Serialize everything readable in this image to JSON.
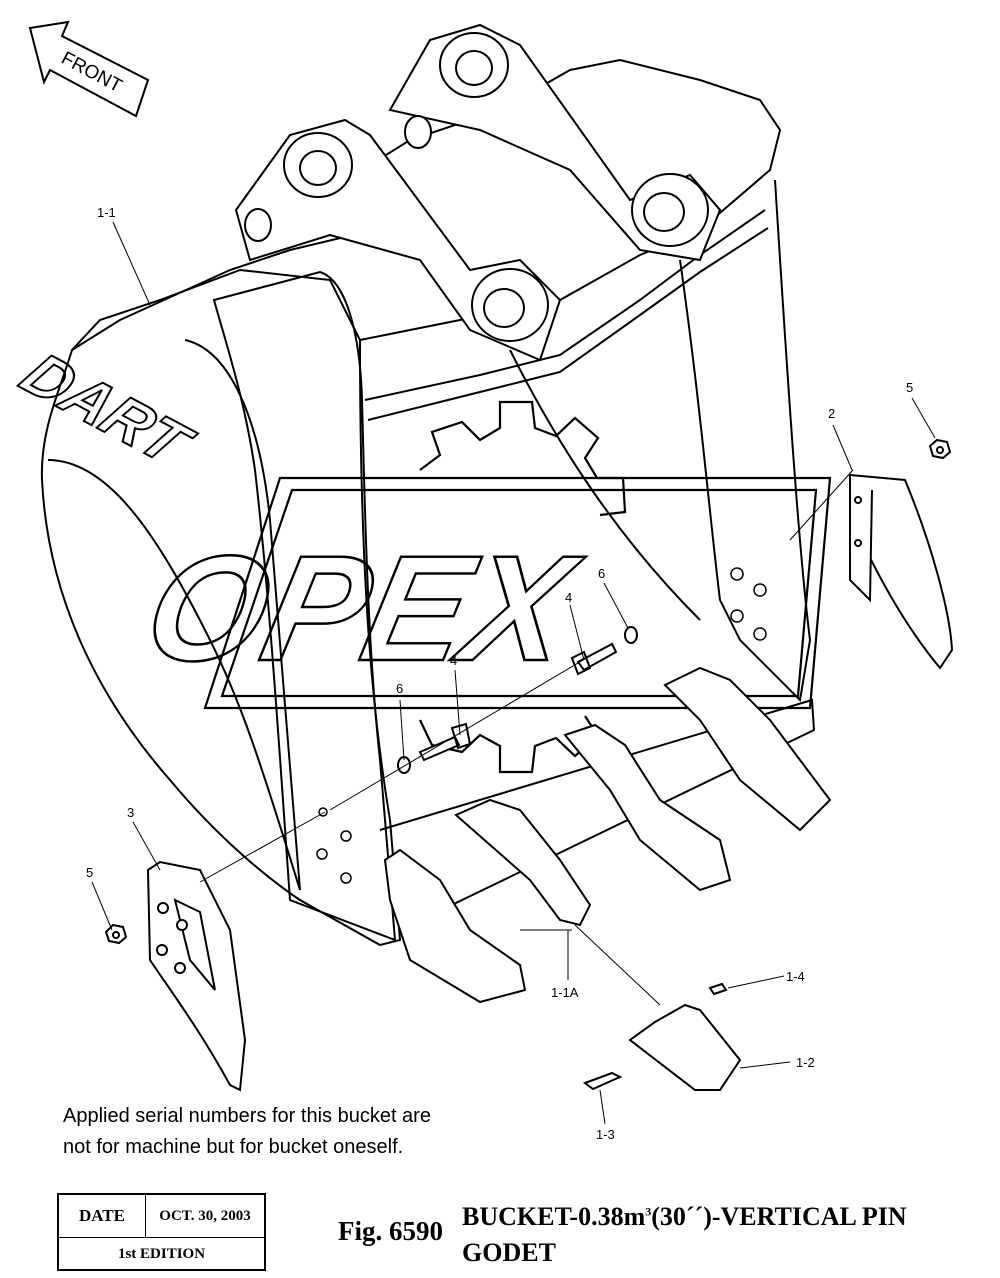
{
  "front_arrow": {
    "label": "FRONT"
  },
  "brand_logo": "DART",
  "watermark": "OPEX",
  "callouts": [
    {
      "id": "c-1-1",
      "text": "1-1"
    },
    {
      "id": "c-2",
      "text": "2"
    },
    {
      "id": "c-5a",
      "text": "5"
    },
    {
      "id": "c-6a",
      "text": "6"
    },
    {
      "id": "c-4a",
      "text": "4"
    },
    {
      "id": "c-4b",
      "text": "4"
    },
    {
      "id": "c-6b",
      "text": "6"
    },
    {
      "id": "c-3",
      "text": "3"
    },
    {
      "id": "c-5b",
      "text": "5"
    },
    {
      "id": "c-1-1a",
      "text": "1-1A"
    },
    {
      "id": "c-1-4",
      "text": "1-4"
    },
    {
      "id": "c-1-2",
      "text": "1-2"
    },
    {
      "id": "c-1-3",
      "text": "1-3"
    }
  ],
  "note": {
    "line1": "Applied serial numbers for this bucket are",
    "line2": "not for machine but for bucket oneself."
  },
  "info_box": {
    "date_label": "DATE",
    "date_value": "OCT. 30, 2003",
    "edition": "1st EDITION"
  },
  "figure": {
    "number": "Fig. 6590",
    "title_main": "BUCKET-0.38m",
    "title_sup": "3",
    "title_rest": "(30´´)-VERTICAL PIN",
    "subtitle": "GODET"
  }
}
